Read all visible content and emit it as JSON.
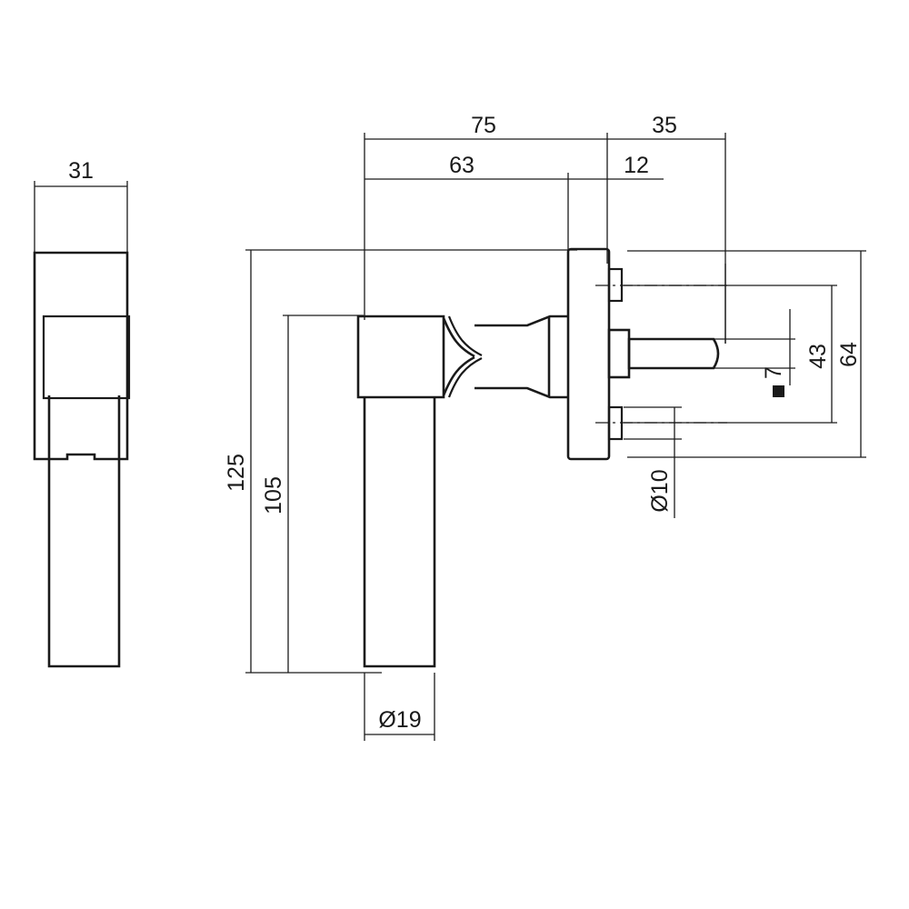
{
  "drawing": {
    "title": "Technical dimension drawing - door/window lever handle on square rosette",
    "type": "engineering-line-drawing",
    "units": "mm",
    "background_color": "#ffffff",
    "line_color": "#1a1a1a",
    "views": [
      {
        "name": "side-view",
        "position": "left"
      },
      {
        "name": "front-view",
        "position": "center-right"
      }
    ]
  },
  "dimensions": {
    "rosette_width_side": "31",
    "overall_depth": "75",
    "spindle_length": "35",
    "lever_projection": "63",
    "rosette_thickness": "12",
    "overall_height": "125",
    "lever_height": "105",
    "grip_diameter": "Ø19",
    "screw_hole_diameter": "Ø10",
    "screw_hole_spacing": "43",
    "rosette_height": "64",
    "spindle_size": "7"
  },
  "labels": {
    "d31": "31",
    "d75": "75",
    "d35": "35",
    "d63": "63",
    "d12": "12",
    "d125": "125",
    "d105": "105",
    "d19": "Ø19",
    "d10": "Ø10",
    "d43": "43",
    "d64": "64",
    "d7": "7"
  },
  "symbols": {
    "square_section": "■",
    "diameter": "Ø"
  }
}
